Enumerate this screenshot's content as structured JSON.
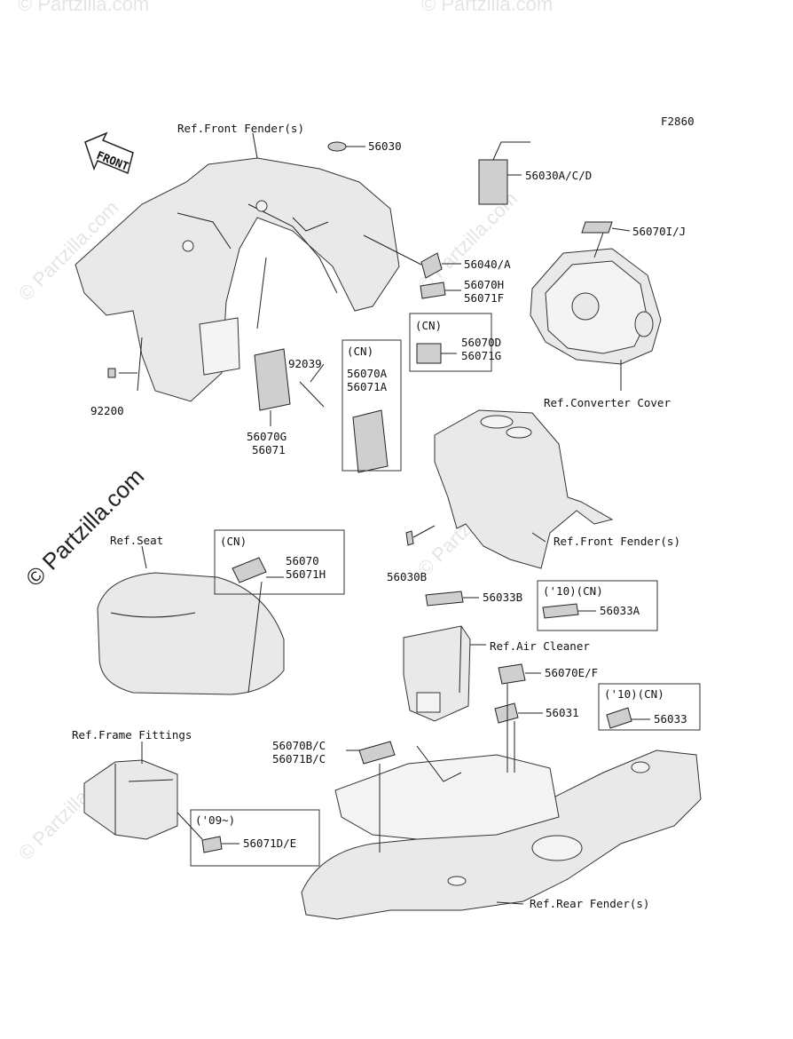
{
  "figure_code": "F2860",
  "front_arrow_label": "FRONT",
  "watermark_text": "© Partzilla.com",
  "refs": {
    "front_fender_top": "Ref.Front Fender(s)",
    "converter_cover": "Ref.Converter Cover",
    "front_fender_mid": "Ref.Front Fender(s)",
    "seat": "Ref.Seat",
    "air_cleaner": "Ref.Air Cleaner",
    "frame_fittings": "Ref.Frame Fittings",
    "rear_fender": "Ref.Rear Fender(s)"
  },
  "parts": {
    "p56030": "56030",
    "p56030acd": "56030A/C/D",
    "p56070ij": "56070I/J",
    "p56040a": "56040/A",
    "p56070h": "56070H",
    "p56071f": "56071F",
    "p92039": "92039",
    "p92200": "92200",
    "p56070g": "56070G",
    "p56071": "56071",
    "p56030b": "56030B",
    "p56033b": "56033B",
    "p56070ef": "56070E/F",
    "p56031": "56031",
    "p56070bc": "56070B/C",
    "p56071bc": "56071B/C"
  },
  "boxes": {
    "box_cn_56070d": {
      "tag": "(CN)",
      "line1": "56070D",
      "line2": "56071G"
    },
    "box_cn_56070a": {
      "tag": "(CN)",
      "line1": "56070A",
      "line2": "56071A"
    },
    "box_cn_56070": {
      "tag": "(CN)",
      "line1": "56070",
      "line2": "56071H"
    },
    "box_10cn_56033a": {
      "tag": "('10)(CN)",
      "line1": "56033A"
    },
    "box_10cn_56033": {
      "tag": "('10)(CN)",
      "line1": "56033"
    },
    "box_09_56071de": {
      "tag": "('09~)",
      "line1": "56071D/E"
    }
  }
}
